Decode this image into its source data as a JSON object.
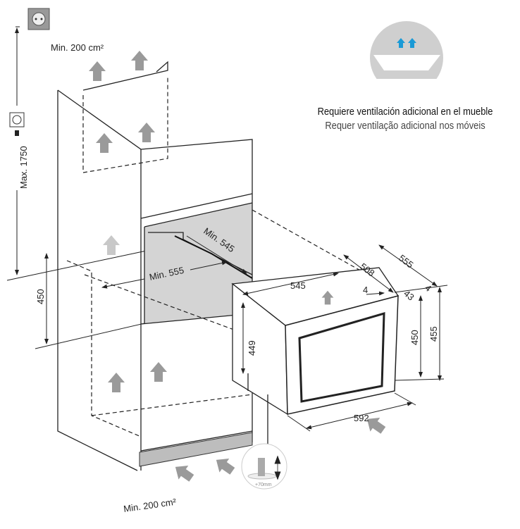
{
  "labels": {
    "vent_top": "Min. 200 cm²",
    "vent_bottom": "Min. 200 cm²",
    "max_height": "Max. 1750",
    "niche_height": "450",
    "min_depth": "Min. 545",
    "min_width": "Min. 555",
    "appliance_width_top": "545",
    "appliance_depth": "508",
    "appliance_total_depth": "555",
    "gap_4a": "4",
    "gap_4b": "4",
    "gap_43": "43",
    "appliance_body_height": "449",
    "appliance_height_450": "450",
    "appliance_height_455": "455",
    "appliance_front_width": "592",
    "foot_adjust": "+70mm"
  },
  "caption": {
    "line_es": "Requiere ventilación adicional en el mueble",
    "line_pt": "Requer ventilação adicional nos móveis"
  },
  "colors": {
    "arrow_gray": "#9a9a9a",
    "niche_gray": "#d4d4d4",
    "vent_blue": "#1a9ad6"
  }
}
